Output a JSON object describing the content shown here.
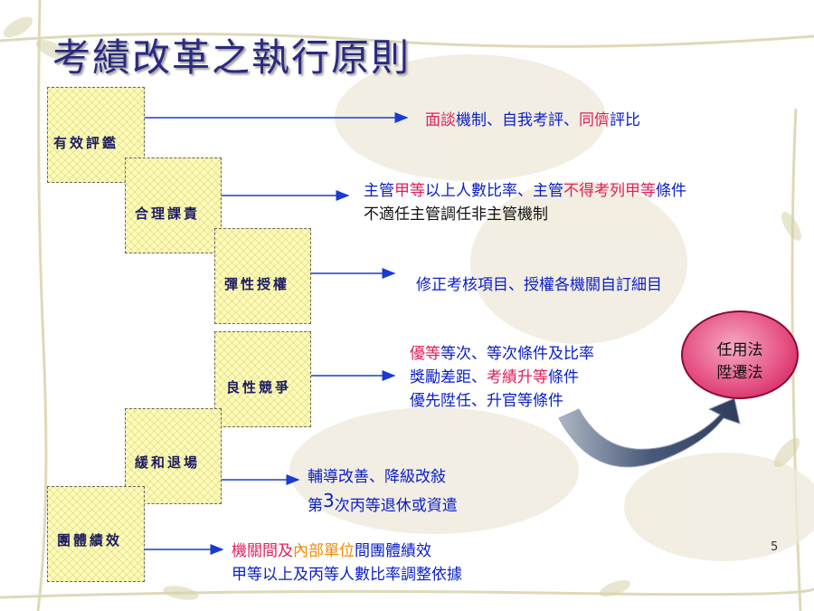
{
  "slide": {
    "title": "考績改革之執行原則",
    "page_number": "5"
  },
  "boxes": [
    {
      "label": "有效評鑑"
    },
    {
      "label": "合理課責"
    },
    {
      "label": "彈性授權"
    },
    {
      "label": "良性競爭"
    },
    {
      "label": "緩和退場"
    },
    {
      "label": "團體績效"
    }
  ],
  "items": {
    "r1": {
      "a": "面談",
      "b": "機制、自我考評、",
      "c": "同儕",
      "d": "評比"
    },
    "r2": {
      "a": "主管",
      "b": "甲等",
      "c": "以上人數比率、主管",
      "d": "不得考列甲等",
      "e": "條件",
      "line2": "不適任主管調任非主管機制"
    },
    "r3": {
      "a": "修正考核項目、授權各機關自訂細目"
    },
    "r4": {
      "a": "優等",
      "b": "等次、等次條件及比率",
      "c": "獎勵差距、",
      "d": "考績升等",
      "e": "條件",
      "line3": "優先陞任、升官等條件"
    },
    "r5": {
      "line1": "輔導改善、降級改敍",
      "p1": "第",
      "p2": "3",
      "p3": "次丙等退休或資遣"
    },
    "r6": {
      "a": "機關間及",
      "b": "內部單位",
      "c": "間團體績效",
      "line2": "甲等以上及丙等人數比率調整依據"
    }
  },
  "oval": {
    "line1": "任用法",
    "line2": "陞遷法"
  },
  "colors": {
    "title": "#2a2a80",
    "blue": "#0a1ec8",
    "red": "#e0205a",
    "orange": "#f08a00",
    "box_fill": "#fdfbb8"
  }
}
